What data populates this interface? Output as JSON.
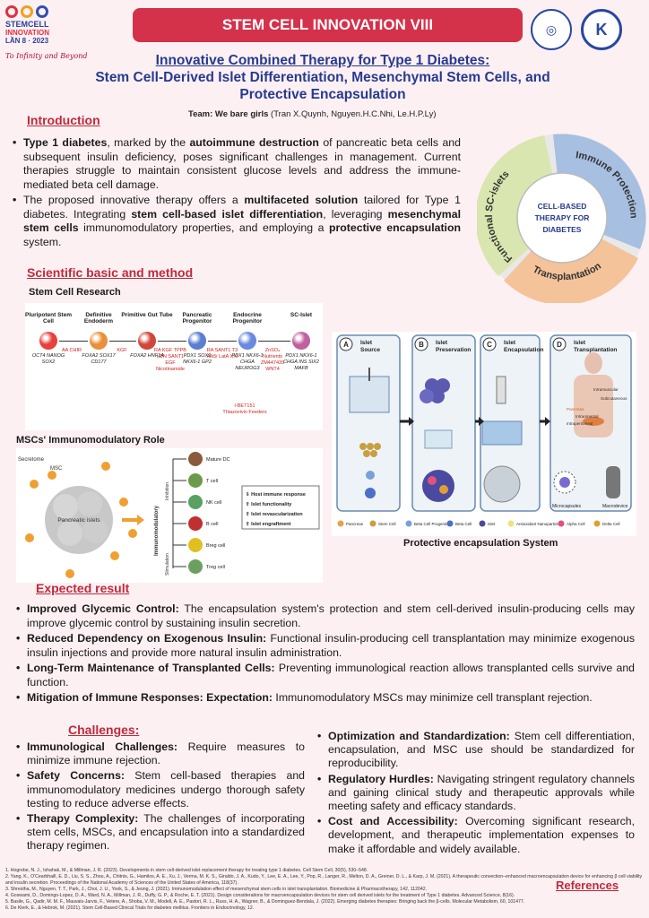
{
  "header": {
    "logo_line1": "STEMCELL",
    "logo_line2": "INNOVATION",
    "logo_line3": "LẦN 8 · 2023",
    "tagline": "To Infinity and Beyond",
    "banner": "STEM CELL INNOVATION VIII",
    "title_line1": "Innovative Combined Therapy for Type 1 Diabetes:",
    "title_line2": "Stem Cell-Derived Islet Differentiation, Mesenchymal Stem Cells, and",
    "title_line3": "Protective Encapsulation",
    "team_label": "Team: We bare girls",
    "team_members": " (Tran X.Quynh, Nguyen.H.C.Nhi, Le.H.P.Ly)"
  },
  "intro": {
    "heading": "Introduction",
    "b1_t1": "Type 1 diabetes",
    "b1_t2": ", marked by the ",
    "b1_t3": "autoimmune destruction",
    "b1_t4": " of pancreatic beta cells and subsequent insulin deficiency, poses significant challenges in management. Current therapies struggle to maintain consistent glucose levels and address the immune-mediated beta cell damage.",
    "b2_t1": "The proposed innovative therapy offers a ",
    "b2_t2": "multifaceted solution",
    "b2_t3": " tailored for Type 1 diabetes. Integrating ",
    "b2_t4": "stem cell-based islet differentiation",
    "b2_t5": ", leveraging ",
    "b2_t6": "mesenchymal stem cells",
    "b2_t7": " immunomodulatory properties, and employing a ",
    "b2_t8": "protective encapsulation",
    "b2_t9": " system."
  },
  "circle": {
    "center_l1": "CELL-BASED",
    "center_l2": "THERAPY FOR",
    "center_l3": "DIABETES",
    "seg1": "Functional SC-islets",
    "seg2": "Immune Protection",
    "seg3": "Transplantation",
    "colors": {
      "seg1": "#d9e6b0",
      "seg2": "#a7bfe0",
      "seg3": "#f4c39a"
    }
  },
  "method": {
    "heading": "Scientific basic and method",
    "stem_label": "Stem Cell Research",
    "stages": [
      {
        "name": "Pluripotent Stem Cell",
        "markers": "OCT4 NANOG SOX2",
        "color": "#e8403a"
      },
      {
        "name": "Definitive Endoderm",
        "markers": "FOXA2 SOX17 CD177",
        "color": "#e8903a"
      },
      {
        "name": "Primitive Gut Tube",
        "markers": "FOXA2 HNF1A",
        "color": "#d2463a"
      },
      {
        "name": "Pancreatic Progenitor",
        "markers": "PDX1 SOX9 NKX6-1 GP2",
        "color": "#5a7fd0"
      },
      {
        "name": "Endocrine Progenitor",
        "markers": "PDX1 NKX6-1 CHGA NEUROG3",
        "color": "#6a8ae0"
      },
      {
        "name": "SC-Islet",
        "markers": "PDX1 NKX6-1 CHGA INS SIX2 MAFB",
        "color": "#c060a0"
      }
    ],
    "factors": [
      "AA CHIR",
      "KGF",
      "RA KGF TPPB LDN SANT1 EGF Nicotinamide",
      "RA SANT1 T3 Alk5i LatA XXI",
      "ZnSO₄ Nutrients ZM447439 WNT4"
    ],
    "feeder_note": "I-BET151 Thiazovivin Feeders",
    "msc_label": "MSCs' Immunomodulatory Role",
    "msc": {
      "secretome": "Secretome",
      "msc": "MSC",
      "islets": "Pancreatic islets",
      "axis": "Immunomodulatory",
      "inhibition": "Inhibition",
      "stimulation": "Stimulation",
      "cells": [
        "Mature DC",
        "T cell",
        "NK cell",
        "B cell",
        "Breg cell",
        "Treg cell"
      ],
      "cell_colors": [
        "#8a5a3a",
        "#6a9a4a",
        "#5aa060",
        "#c03030",
        "#e0c020",
        "#6aa060"
      ],
      "effects": [
        "Host immune response",
        "Islet functionality",
        "Islet revascularization",
        "Islet engraftment"
      ]
    },
    "prot": {
      "panels": [
        {
          "tag": "A",
          "title": "Islet Source"
        },
        {
          "tag": "B",
          "title": "Islet Preservation"
        },
        {
          "tag": "C",
          "title": "Islet Encapsulation"
        },
        {
          "tag": "D",
          "title": "Islet Transplantation"
        }
      ],
      "sites": [
        "Intramuscular",
        "Subcutaneous",
        "Pancreas",
        "Intraomental",
        "Intraperitoneal"
      ],
      "devices": [
        "Microcapsules",
        "Macrodevice"
      ],
      "legend": [
        "Pancreas",
        "Stem Cell",
        "Beta Cell Progenitor",
        "Beta Cell",
        "Islet",
        "Antioxidant Nanoparticle",
        "Alpha Cell",
        "Delta Cell"
      ],
      "caption": "Protective encapsulation System"
    }
  },
  "results": {
    "heading": "Expected result",
    "items": [
      {
        "label": "Improved Glycemic Control:",
        "text": " The encapsulation system's protection and stem cell-derived insulin-producing cells may improve glycemic control by sustaining insulin secretion."
      },
      {
        "label": "Reduced Dependency on Exogenous Insulin:",
        "text": " Functional insulin-producing cell transplantation may minimize exogenous insulin injections and provide more natural insulin administration."
      },
      {
        "label": "Long-Term Maintenance of Transplanted Cells:",
        "text": " Preventing immunological reaction allows transplanted cells survive and function."
      },
      {
        "label": "Mitigation of Immune Responses: Expectation:",
        "text": " Immunomodulatory MSCs may minimize cell transplant rejection."
      }
    ]
  },
  "challenges": {
    "heading": "Challenges:",
    "left": [
      {
        "label": "Immunological Challenges:",
        "text": " Require measures to minimize immune rejection."
      },
      {
        "label": "Safety Concerns:",
        "text": " Stem cell-based therapies and immunomodulatory medicines undergo thorough safety testing to reduce adverse effects."
      },
      {
        "label": "Therapy Complexity:",
        "text": " The challenges of incorporating stem cells, MSCs, and encapsulation into a standardized therapy regimen."
      }
    ],
    "right": [
      {
        "label": "Optimization and Standardization:",
        "text": " Stem cell differentiation, encapsulation, and MSC use should be standardized for reproducibility."
      },
      {
        "label": "Regulatory Hurdles:",
        "text": " Navigating stringent regulatory channels and gaining clinical study and therapeutic approvals while meeting safety and efficacy standards."
      },
      {
        "label": "Cost and Accessibility:",
        "text": " Overcoming significant research, development, and therapeutic implementation expenses to make it affordable and widely available."
      }
    ]
  },
  "references": {
    "heading": "References",
    "items": [
      "1. Hogrebe, N. J., Ishahak, M., & Millman, J. R. (2023). Developments in stem cell-derived islet replacement therapy for treating type 1 diabetes. Cell Stem Cell, 30(5), 530–548.",
      "2. Yang, K., O'Cearbhaill, E. D., Liu, S. S., Zhou, A., Chitnis, G., Hamilos, A. E., Xu, J., Verma, M. K. S., Giraldo, J. A., Kudo, Y., Lee, E. A., Lee, Y., Pop, R., Langer, R., Melton, D. A., Greiner, D. L., & Karp, J. M. (2021). A therapeutic convection–enhanced macroencapsulation device for enhancing β cell viability and insulin secretion. Proceedings of the National Academy of Sciences of the United States of America, 118(37).",
      "3. Shrestha, M., Nguyen, T. T., Park, J., Choi, J. U., Yook, S., & Jeong, J. (2021). Immunomodulation effect of mesenchymal stem cells in islet transplantation. Biomedicine & Pharmacotherapy, 142, 112042.",
      "4. Goswami, D., Domingo-Lopez, D. A., Ward, N. A., Millman, J. R., Duffy, G. P., & Roche, E. T. (2021). Design considerations for macroencapsulation devices for stem cell derived islets for the treatment of Type 1 diabetes. Advanced Science, 8(16).",
      "5. Basile, G., Qadir, M. M. F., Mauvais-Jarvis, F., Vetere, A., Shoba, V. M., Modell, A. E., Pastori, R. L., Russ, H. A., Wagner, B., & Dominguez-Bendala, J. (2022). Emerging diabetes therapies: Bringing back the β-cells. Molecular Metabolism, 60, 101477.",
      "6. De Klerk, E., & Hebrok, M. (2021). Stem Cell-Based Clinical Trials for diabetes mellitus. Frontiers in Endocrinology, 12."
    ]
  }
}
